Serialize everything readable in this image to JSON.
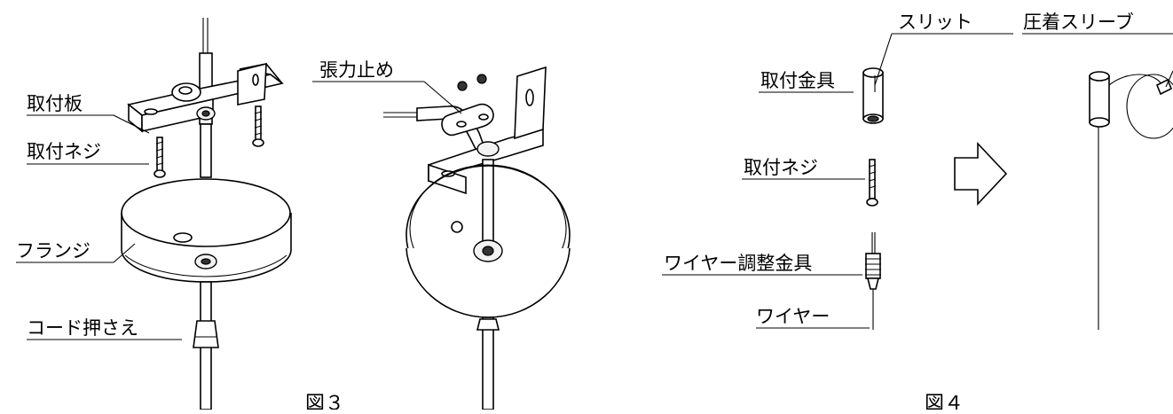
{
  "figure3": {
    "caption": "図３",
    "labels": {
      "mounting_plate": "取付板",
      "mounting_screw": "取付ネジ",
      "flange": "フランジ",
      "cord_retainer": "コード押さえ",
      "strain_relief": "張力止め"
    }
  },
  "figure4": {
    "caption": "図４",
    "labels": {
      "slit": "スリット",
      "crimp_sleeve": "圧着スリーブ",
      "mounting_bracket": "取付金具",
      "mounting_screw": "取付ネジ",
      "wire_adjuster": "ワイヤー調整金具",
      "wire": "ワイヤー"
    }
  }
}
